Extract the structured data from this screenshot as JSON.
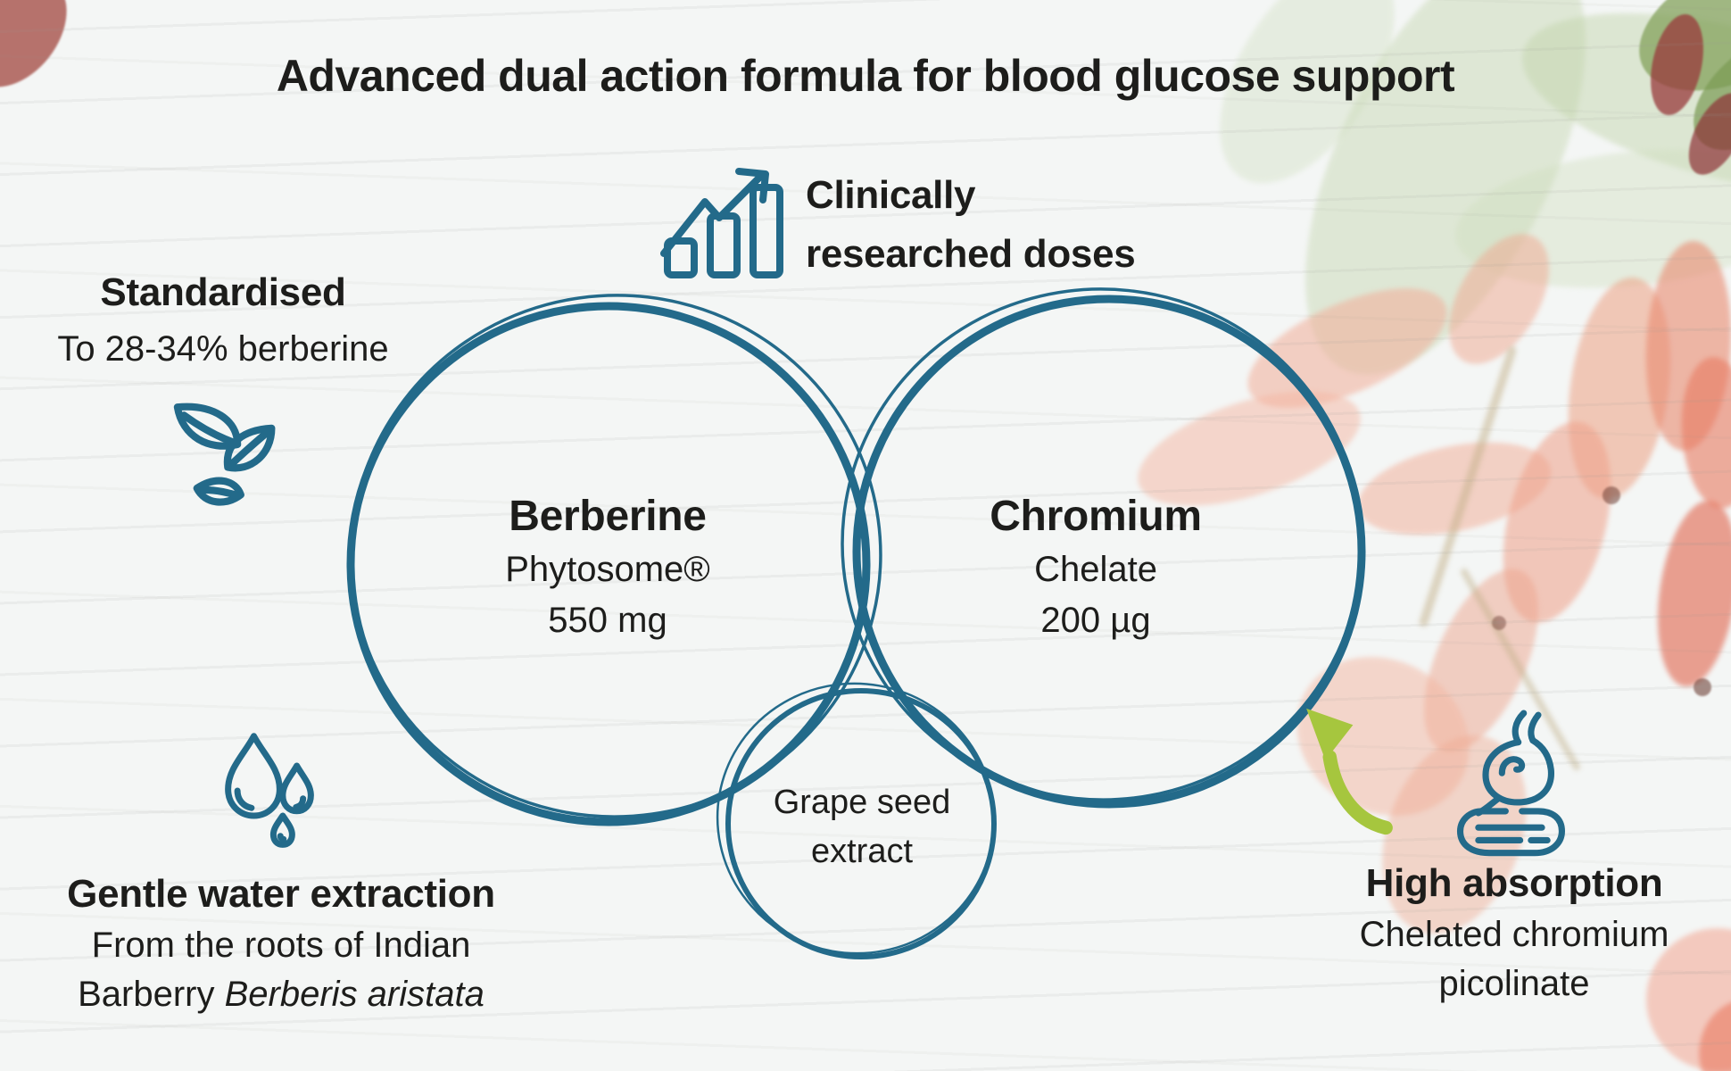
{
  "title": "Advanced dual action formula for blood glucose support",
  "colors": {
    "accent_teal": "#236a8a",
    "accent_green": "#a6c63e",
    "text": "#1d1d1b"
  },
  "icons": {
    "clinical": "bar-chart-growth-icon",
    "standardised": "leaves-icon",
    "water": "water-drops-icon",
    "absorption_arrow": "curved-up-arrow-icon",
    "absorption": "stomach-intestines-icon"
  },
  "callouts": {
    "clinical": {
      "line1": "Clinically",
      "line2": "researched doses"
    },
    "standardised": {
      "heading": "Standardised",
      "subheading": "To 28-34% berberine"
    },
    "water": {
      "heading": "Gentle water extraction",
      "sub_line1": "From the roots of Indian",
      "sub_line2_regular": "Barberry ",
      "sub_line2_italic": "Berberis aristata"
    },
    "absorption": {
      "heading": "High absorption",
      "sub_line1": "Chelated chromium",
      "sub_line2": "picolinate"
    }
  },
  "venn": {
    "left": {
      "title": "Berberine",
      "sub1": "Phytosome®",
      "sub2": "550 mg"
    },
    "right": {
      "title": "Chromium",
      "sub1": "Chelate",
      "sub2": "200 µg"
    },
    "bottom": {
      "line1": "Grape seed",
      "line2": "extract"
    }
  }
}
